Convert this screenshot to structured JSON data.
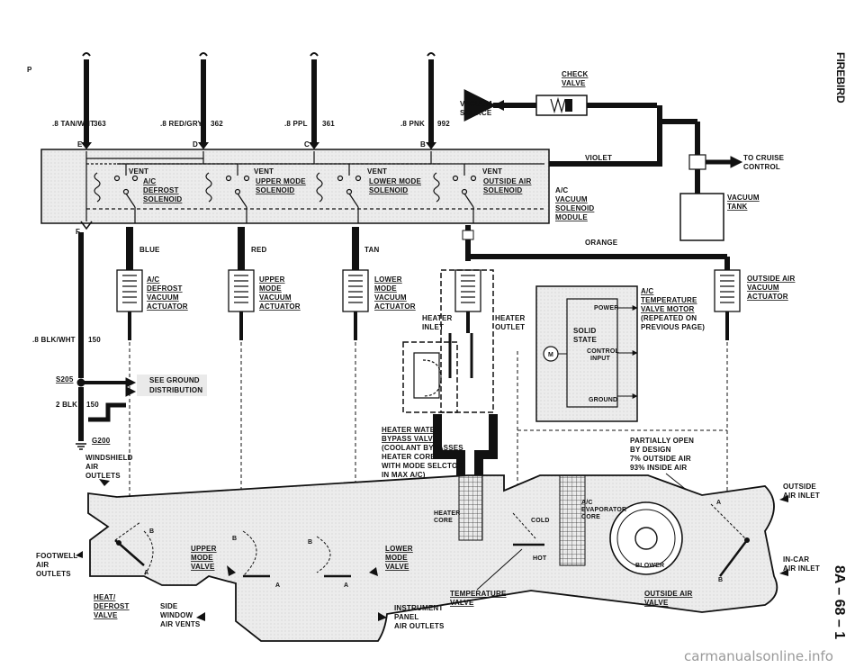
{
  "side_title": "FIREBIRD",
  "page_number": "8A – 68 – 1",
  "watermark": "carmanualsonline.info",
  "corner_mark": "P",
  "wires": [
    {
      "gauge": ".8 TAN/WHT",
      "circuit": "363",
      "terminal": "E"
    },
    {
      "gauge": ".8 RED/GRY",
      "circuit": "362",
      "terminal": "D"
    },
    {
      "gauge": ".8 PPL",
      "circuit": "361",
      "terminal": "C"
    },
    {
      "gauge": ".8 PNK",
      "circuit": "992",
      "terminal": "B"
    }
  ],
  "terminal_f": "F",
  "ground_wire": {
    "gauge": ".8 BLK/WHT",
    "circuit": "150"
  },
  "ground_wire2": {
    "gauge": "2 BLK",
    "circuit": "150"
  },
  "splice": "S205",
  "ground": "G200",
  "see_ground": [
    "SEE GROUND",
    "DISTRIBUTION"
  ],
  "check_valve": [
    "CHECK",
    "VALVE"
  ],
  "vacuum_source": [
    "VACUUM",
    "SOURCE"
  ],
  "violet": "VIOLET",
  "orange": "ORANGE",
  "to_cruise": [
    "TO CRUISE",
    "CONTROL"
  ],
  "vacuum_tank": [
    "VACUUM",
    "TANK"
  ],
  "vent": "VENT",
  "solenoids": [
    [
      "A/C",
      "DEFROST",
      "SOLENOID"
    ],
    [
      "UPPER MODE",
      "SOLENOID"
    ],
    [
      "LOWER MODE",
      "SOLENOID"
    ],
    [
      "OUTSIDE AIR",
      "SOLENOID"
    ]
  ],
  "solenoid_module": [
    "A/C",
    "VACUUM",
    "SOLENOID",
    "MODULE"
  ],
  "hoses": [
    "BLUE",
    "RED",
    "TAN"
  ],
  "actuators": [
    [
      "A/C",
      "DEFROST",
      "VACUUM",
      "ACTUATOR"
    ],
    [
      "UPPER",
      "MODE",
      "VACUUM",
      "ACTUATOR"
    ],
    [
      "LOWER",
      "MODE",
      "VACUUM",
      "ACTUATOR"
    ],
    [
      "OUTSIDE AIR",
      "VACUUM",
      "ACTUATOR"
    ]
  ],
  "heater_inlet": [
    "HEATER",
    "INLET"
  ],
  "heater_outlet": [
    "HEATER",
    "OUTLET"
  ],
  "temp_motor": [
    "A/C",
    "TEMPERATURE",
    "VALVE MOTOR",
    "(REPEATED ON",
    "PREVIOUS PAGE)"
  ],
  "motor_power": "POWER",
  "solid_state": [
    "SOLID",
    "STATE"
  ],
  "control_input": [
    "CONTROL",
    "INPUT"
  ],
  "motor_ground": "GROUND",
  "motor_m": "M",
  "bypass": [
    "HEATER WATER",
    "BYPASS VALVE",
    "(COOLANT BYPASSES",
    "HEATER CORE",
    "WITH MODE SELCTOR",
    "IN MAX A/C)"
  ],
  "partially_open": [
    "PARTIALLY OPEN",
    "BY DESIGN",
    "7% OUTSIDE AIR",
    "93% INSIDE AIR"
  ],
  "outside_air_inlet": [
    "OUTSIDE",
    "AIR INLET"
  ],
  "in_car_inlet": [
    "IN-CAR",
    "AIR INLET"
  ],
  "windshield": [
    "WINDSHIELD",
    "AIR",
    "OUTLETS"
  ],
  "footwell": [
    "FOOTWELL",
    "AIR",
    "OUTLETS"
  ],
  "heater_core": [
    "HEATER",
    "CORE"
  ],
  "evap_core": [
    "A/C",
    "EVAPORATOR",
    "CORE"
  ],
  "cold": "COLD",
  "hot": "HOT",
  "blower": "BLOWER",
  "upper_mode_valve": [
    "UPPER",
    "MODE",
    "VALVE"
  ],
  "lower_mode_valve": [
    "LOWER",
    "MODE",
    "VALVE"
  ],
  "heat_defrost_valve": [
    "HEAT/",
    "DEFROST",
    "VALVE"
  ],
  "side_window": [
    "SIDE",
    "WINDOW",
    "AIR VENTS"
  ],
  "instrument_panel": [
    "INSTRUMENT",
    "PANEL",
    "AIR OUTLETS"
  ],
  "temperature_valve": [
    "TEMPERATURE",
    "VALVE"
  ],
  "outside_air_valve": [
    "OUTSIDE AIR",
    "VALVE"
  ],
  "door_a": "A",
  "door_b": "B",
  "colors": {
    "ink": "#111111",
    "panel": "#e9e9e9",
    "duct": "#f2f2f2"
  }
}
